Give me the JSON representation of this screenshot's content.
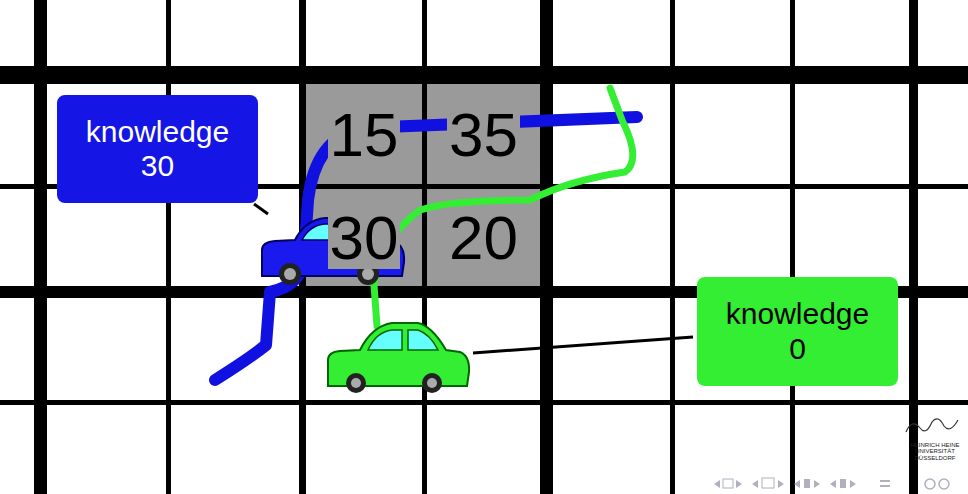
{
  "diagram": {
    "nodes": [
      {
        "text": [
          "knowledge",
          "30"
        ]
      },
      {
        "text": [
          "15"
        ]
      },
      {
        "text": [
          "35"
        ]
      },
      {
        "text": [
          "30"
        ]
      },
      {
        "text": [
          "20"
        ]
      },
      {
        "text": [
          "knowledge",
          "0"
        ]
      }
    ],
    "labels": [
      "HEINRICH HEINE UNIVERSITÄT DÜSSELDORF"
    ]
  }
}
